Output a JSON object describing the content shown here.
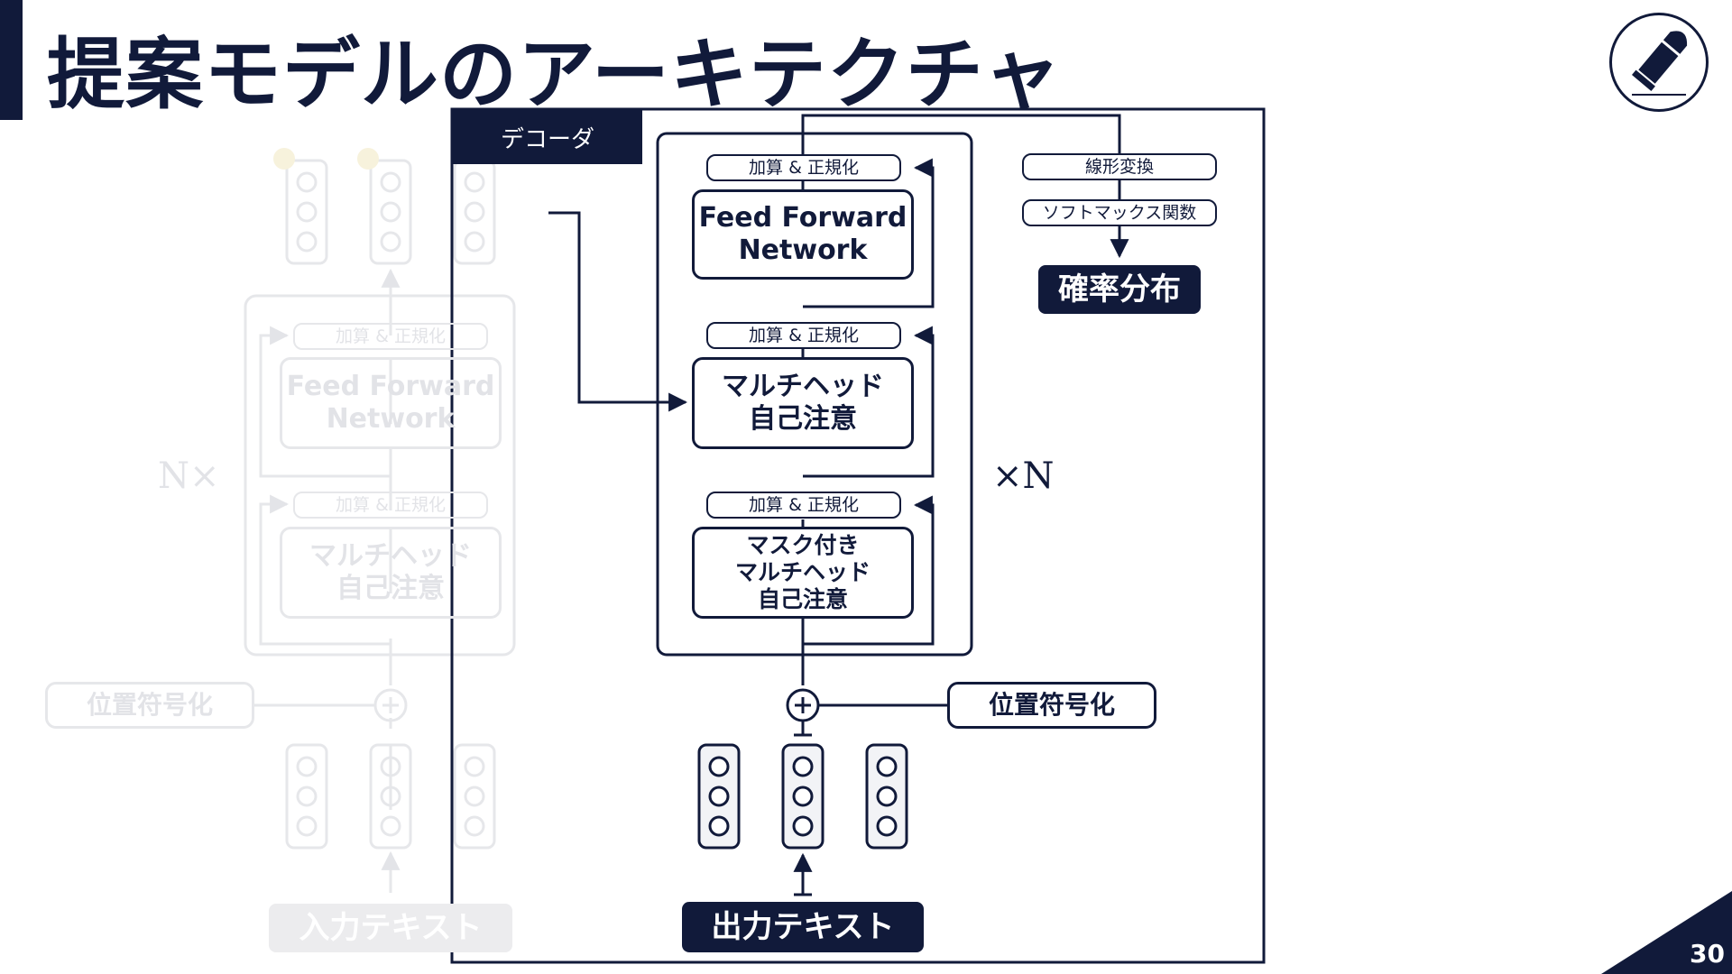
{
  "title": "提案モデルのアーキテクチャ",
  "page_number": "30",
  "colors": {
    "navy": "#111a3a",
    "ghost": "#e3e4e8",
    "white": "#ffffff"
  },
  "logo": {
    "icon": "bullet-icon"
  },
  "decoder": {
    "label": "デコーダ",
    "add_norm": "加算 & 正規化",
    "ffn": "Feed Forward\nNetwork",
    "cross_attention": "マルチヘッド\n自己注意",
    "masked_attention": "マスク付き\nマルチヘッド\n自己注意",
    "repeat": "×N",
    "linear": "線形変換",
    "softmax": "ソフトマックス関数",
    "output": "確率分布",
    "positional_encoding": "位置符号化",
    "input_text": "出力テキスト"
  },
  "encoder": {
    "add_norm": "加算 & 正規化",
    "ffn": "Feed Forward\nNetwork",
    "attention": "マルチヘッド\n自己注意",
    "repeat": "N×",
    "positional_encoding": "位置符号化",
    "input_text": "入力テキスト"
  }
}
